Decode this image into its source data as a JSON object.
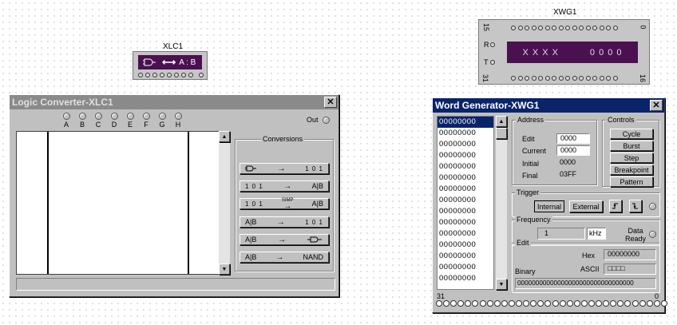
{
  "xlc_symbol": {
    "label": "XLC1",
    "screen_text": "A : B",
    "gate_icon": "and-gate-icon",
    "arrow": "⟷"
  },
  "xwg_symbol": {
    "label": "XWG1",
    "screen_left": "X X X X",
    "screen_right": "0 0 0 0",
    "side_top_left": "15",
    "side_top_right": "0",
    "side_mid_r": "R",
    "side_mid_t": "T",
    "side_bottom_left": "31",
    "side_bottom_right": "16"
  },
  "logic_converter": {
    "title": "Logic Converter-XLC1",
    "close": "✕",
    "inputs": [
      "A",
      "B",
      "C",
      "D",
      "E",
      "F",
      "G",
      "H"
    ],
    "out_label": "Out",
    "conversions_title": "Conversions",
    "conversions": [
      {
        "left": "gate",
        "right": "1 0 1"
      },
      {
        "left": "1 0 1",
        "right": "A|B"
      },
      {
        "left": "1 0 1",
        "mid": "SIMP",
        "right": "A|B"
      },
      {
        "left": "A|B",
        "right": "1 0 1"
      },
      {
        "left": "A|B",
        "right": "gate"
      },
      {
        "left": "A|B",
        "right": "NAND"
      }
    ],
    "arrow": "→"
  },
  "word_generator": {
    "title": "Word Generator-XWG1",
    "close": "✕",
    "words": [
      "00000000",
      "00000000",
      "00000000",
      "00000000",
      "00000000",
      "00000000",
      "00000000",
      "00000000",
      "00000000",
      "00000000",
      "00000000",
      "00000000",
      "00000000",
      "00000000",
      "00000000"
    ],
    "address": {
      "title": "Address",
      "edit_label": "Edit",
      "edit_value": "0000",
      "current_label": "Current",
      "current_value": "0000",
      "initial_label": "Initial",
      "initial_value": "0000",
      "final_label": "Final",
      "final_value": "03FF"
    },
    "controls": {
      "title": "Controls",
      "buttons": [
        "Cycle",
        "Burst",
        "Step",
        "Breakpoint",
        "Pattern"
      ]
    },
    "trigger": {
      "title": "Trigger",
      "internal": "Internal",
      "external": "External"
    },
    "frequency": {
      "title": "Frequency",
      "value": "1",
      "unit": "kHz",
      "data_ready": "Data Ready"
    },
    "edit": {
      "title": "Edit",
      "hex_label": "Hex",
      "hex_value": "00000000",
      "ascii_label": "ASCII",
      "ascii_value": "□□□□",
      "binary_label": "Binary",
      "binary_value": "00000000000000000000000000000000"
    },
    "pin_left": "31",
    "pin_right": "0"
  }
}
